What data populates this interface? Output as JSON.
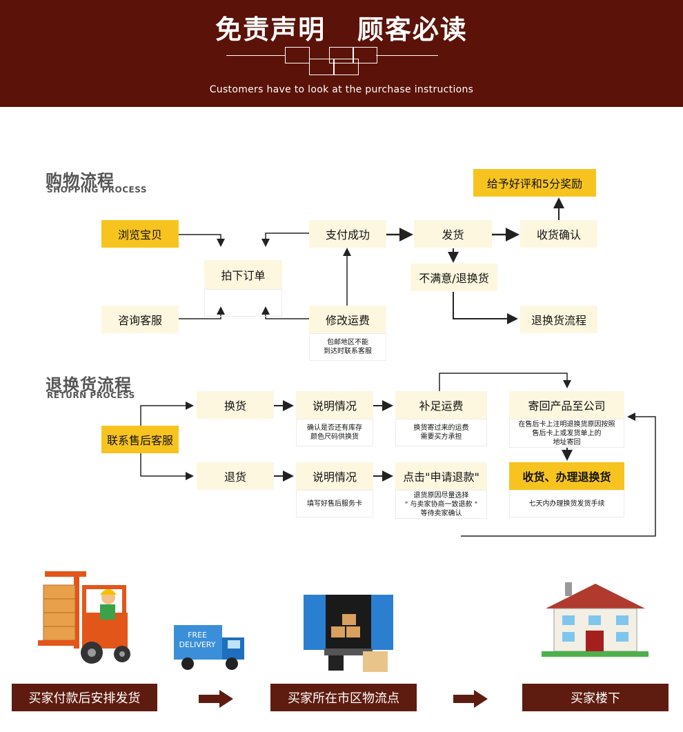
{
  "header": {
    "title": "免责声明   顾客必读",
    "subtitle": "Customers have to look at the purchase instructions"
  },
  "shopping": {
    "title_cn": "购物流程",
    "title_en": "SHOPPING PROCESS",
    "browse": "浏览宝贝",
    "order": "拍下订单",
    "consult": "咨询客服",
    "pay_success": "支付成功",
    "modify_freight": "修改运费",
    "modify_note_1": "包邮地区不能",
    "modify_note_2": "到达时联系客服",
    "ship": "发货",
    "confirm_receipt": "收货确认",
    "reward": "给予好评和5分奖励",
    "unsatisfied": "不满意/退换货",
    "return_process": "退换货流程"
  },
  "returns": {
    "title_cn": "退换货流程",
    "title_en": "RETURN PROCESS",
    "contact": "联系售后客服",
    "exchange": "换货",
    "refund": "退货",
    "explain_1": "说明情况",
    "explain_1_note_1": "确认是否还有库存",
    "explain_1_note_2": "颜色尺码供换货",
    "explain_2": "说明情况",
    "explain_2_note": "填写好售后服务卡",
    "topup": "补足运费",
    "topup_note_1": "换货寄过来的运费",
    "topup_note_2": "需要买方承担",
    "apply_refund": "点击\"申请退款\"",
    "apply_note_1": "退货原因尽量选择",
    "apply_note_2": "\" 与卖家协商一致退款 \"",
    "apply_note_3": "等待卖家确认",
    "send_back": "寄回产品至公司",
    "send_back_note_1": "在售后卡上注明退换货原因按照",
    "send_back_note_2": "售后卡上或发货单上的",
    "send_back_note_3": "地址寄回",
    "handle": "收货、办理退换货",
    "handle_note": "七天内办理换货发货手续"
  },
  "delivery": {
    "truck_text_1": "FREE",
    "truck_text_2": "DELIVERY",
    "step1": "买家付款后安排发货",
    "step2": "买家所在市区物流点",
    "step3": "买家楼下"
  },
  "colors": {
    "header_bg": "#5b1208",
    "yellow": "#f7c41f",
    "cream": "#fdf7e0",
    "banner": "#5e1c10"
  }
}
